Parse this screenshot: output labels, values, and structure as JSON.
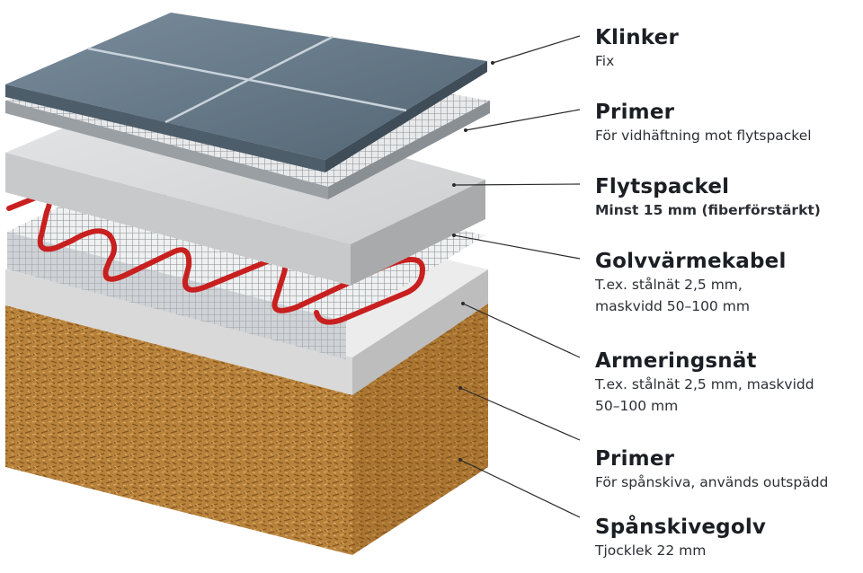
{
  "layers": [
    {
      "title": "Klinker",
      "subtitle": "Fix",
      "subtitle_bold": false
    },
    {
      "title": "Primer",
      "subtitle": "För vidhäftning mot flytspackel",
      "subtitle_bold": false
    },
    {
      "title": "Flytspackel",
      "subtitle": "Minst 15 mm (fiberförstärkt)",
      "subtitle_bold": true
    },
    {
      "title": "Golvvärmekabel",
      "subtitle": "T.ex. stålnät 2,5 mm,\nmaskvidd 50–100 mm",
      "subtitle_bold": false
    },
    {
      "title": "Armeringsnät",
      "subtitle": "T.ex. stålnät 2,5 mm, maskvidd\n50–100 mm",
      "subtitle_bold": false
    },
    {
      "title": "Primer",
      "subtitle": "För spånskiva, används outspädd",
      "subtitle_bold": false
    },
    {
      "title": "Spånskivegolv",
      "subtitle": "Tjocklek 22 mm",
      "subtitle_bold": false
    }
  ],
  "colors": {
    "tile": "#5f7282",
    "tile_grout": "#c9d3db",
    "mesh": "#8d9296",
    "screed": "#d6d7d8",
    "cable": "#c81f1f",
    "primer_board": "#dcdcdc",
    "chipboard": "#c48a3c",
    "leader": "#2a2a2a"
  }
}
